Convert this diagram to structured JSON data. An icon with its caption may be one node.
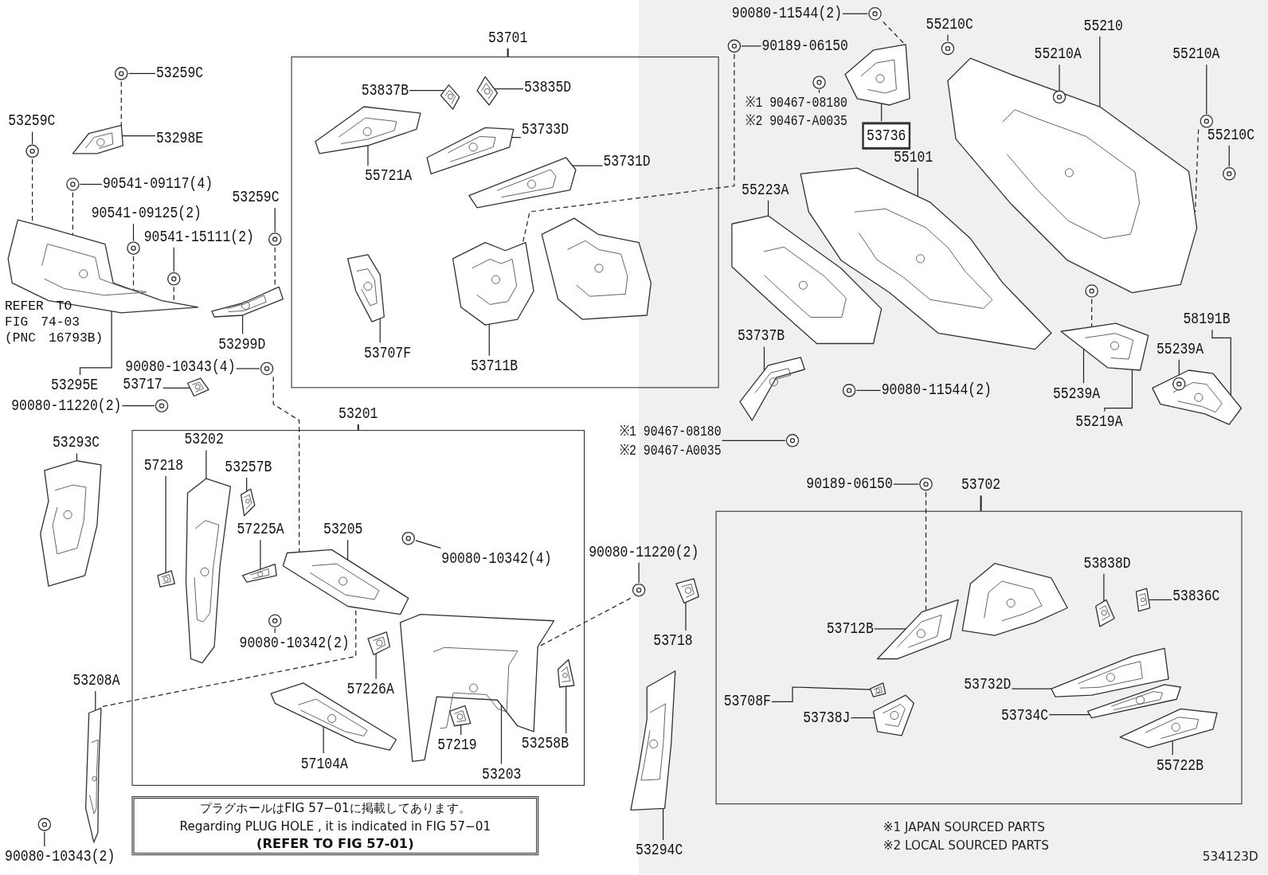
{
  "diagram": {
    "nodes": [
      {
        "text": [
          "53259C"
        ]
      },
      {
        "text": [
          "53259C"
        ]
      },
      {
        "text": [
          "53298E"
        ]
      },
      {
        "text": [
          "90541-09117(4)"
        ]
      },
      {
        "text": [
          "90541-09125(2)"
        ]
      },
      {
        "text": [
          "90541-15111(2)"
        ]
      },
      {
        "text": [
          "53259C"
        ]
      },
      {
        "text": [
          "53299D"
        ]
      },
      {
        "text": [
          "53295E"
        ]
      },
      {
        "text": [
          "90080-10343(4)"
        ]
      },
      {
        "text": [
          "53717"
        ]
      },
      {
        "text": [
          "90080-11220(2)"
        ]
      },
      {
        "text": [
          "53293C"
        ]
      },
      {
        "text": [
          "53208A"
        ]
      },
      {
        "text": [
          "90080-10343(2)"
        ]
      },
      {
        "text": [
          "53701"
        ]
      },
      {
        "text": [
          "53837B"
        ],
        "in": 15
      },
      {
        "text": [
          "53835D"
        ],
        "in": 15
      },
      {
        "text": [
          "53733D"
        ],
        "in": 15
      },
      {
        "text": [
          "55721A"
        ],
        "in": 15
      },
      {
        "text": [
          "53731D"
        ],
        "in": 15
      },
      {
        "text": [
          "53707F"
        ],
        "in": 15
      },
      {
        "text": [
          "53711B"
        ],
        "in": 15
      },
      {
        "text": [
          "53201"
        ]
      },
      {
        "text": [
          "53202"
        ],
        "in": 23
      },
      {
        "text": [
          "57218"
        ],
        "in": 23
      },
      {
        "text": [
          "53257B"
        ],
        "in": 23
      },
      {
        "text": [
          "57225A"
        ],
        "in": 23
      },
      {
        "text": [
          "53205"
        ],
        "in": 23
      },
      {
        "text": [
          "90080-10342(4)"
        ],
        "in": 23
      },
      {
        "text": [
          "90080-10342(2)"
        ],
        "in": 23
      },
      {
        "text": [
          "57226A"
        ],
        "in": 23
      },
      {
        "text": [
          "57104A"
        ],
        "in": 23
      },
      {
        "text": [
          "57219"
        ],
        "in": 23
      },
      {
        "text": [
          "53203"
        ],
        "in": 23
      },
      {
        "text": [
          "53258B"
        ],
        "in": 23
      },
      {
        "text": [
          "90080-11220(2)"
        ]
      },
      {
        "text": [
          "53718"
        ]
      },
      {
        "text": [
          "53294C"
        ]
      },
      {
        "text": [
          "プラグホールはFIG 57−01に掲載してあります。",
          "Regarding PLUG HOLE , it is indicated in FIG 57−01",
          "(REFER TO FIG 57-01)"
        ]
      },
      {
        "text": [
          "90080-11544(2)"
        ]
      },
      {
        "text": [
          "90189-06150"
        ]
      },
      {
        "text": [
          "※1 90467-08180",
          "※2 90467-A0035"
        ]
      },
      {
        "text": [
          "55210C"
        ]
      },
      {
        "text": [
          "53736"
        ]
      },
      {
        "text": [
          "55101"
        ]
      },
      {
        "text": [
          "55210"
        ]
      },
      {
        "text": [
          "55210A"
        ]
      },
      {
        "text": [
          "55210A"
        ]
      },
      {
        "text": [
          "55210C"
        ]
      },
      {
        "text": [
          "55223A"
        ]
      },
      {
        "text": [
          "53737B"
        ]
      },
      {
        "text": [
          "90080-11544(2)"
        ]
      },
      {
        "text": [
          "※1 90467-08180",
          "※2 90467-A0035"
        ]
      },
      {
        "text": [
          "58191B"
        ]
      },
      {
        "text": [
          "55239A"
        ]
      },
      {
        "text": [
          "55239A"
        ]
      },
      {
        "text": [
          "55219A"
        ]
      },
      {
        "text": [
          "53702"
        ]
      },
      {
        "text": [
          "90189-06150"
        ]
      },
      {
        "text": [
          "53838D"
        ],
        "in": 58
      },
      {
        "text": [
          "53836C"
        ],
        "in": 58
      },
      {
        "text": [
          "53712B"
        ],
        "in": 58
      },
      {
        "text": [
          "53708F"
        ],
        "in": 58
      },
      {
        "text": [
          "53738J"
        ],
        "in": 58
      },
      {
        "text": [
          "53732D"
        ],
        "in": 58
      },
      {
        "text": [
          "53734C"
        ],
        "in": 58
      },
      {
        "text": [
          "55722B"
        ],
        "in": 58
      },
      {
        "text": [],
        "shape": "circle"
      },
      {
        "text": [],
        "shape": "circle"
      },
      {
        "text": [],
        "shape": "picture"
      },
      {
        "text": [],
        "shape": "circle"
      },
      {
        "text": [],
        "shape": "circle"
      },
      {
        "text": [],
        "shape": "circle"
      },
      {
        "text": [],
        "shape": "circle"
      },
      {
        "text": [],
        "shape": "picture"
      },
      {
        "text": [],
        "shape": "picture"
      },
      {
        "text": [],
        "shape": "circle"
      },
      {
        "text": [],
        "shape": "picture"
      },
      {
        "text": [],
        "shape": "circle"
      },
      {
        "text": [],
        "shape": "picture"
      },
      {
        "text": [],
        "shape": "picture"
      },
      {
        "text": [],
        "shape": "circle"
      },
      {
        "text": [],
        "shape": "picture",
        "in": 15
      },
      {
        "text": [],
        "shape": "picture",
        "in": 15
      },
      {
        "text": [],
        "shape": "picture",
        "in": 15
      },
      {
        "text": [],
        "shape": "picture",
        "in": 15
      },
      {
        "text": [],
        "shape": "picture",
        "in": 15
      },
      {
        "text": [],
        "shape": "picture",
        "in": 15
      },
      {
        "text": [],
        "shape": "picture",
        "in": 15
      },
      {
        "text": [],
        "shape": "picture",
        "in": 23
      },
      {
        "text": [],
        "shape": "picture",
        "in": 23
      },
      {
        "text": [],
        "shape": "picture",
        "in": 23
      },
      {
        "text": [],
        "shape": "picture",
        "in": 23
      },
      {
        "text": [],
        "shape": "picture",
        "in": 23
      },
      {
        "text": [],
        "shape": "circle",
        "in": 23
      },
      {
        "text": [],
        "shape": "circle",
        "in": 23
      },
      {
        "text": [],
        "shape": "picture",
        "in": 23
      },
      {
        "text": [],
        "shape": "picture",
        "in": 23
      },
      {
        "text": [],
        "shape": "picture",
        "in": 100
      },
      {
        "text": [],
        "shape": "picture",
        "in": 23
      },
      {
        "text": [],
        "shape": "picture",
        "in": 23
      },
      {
        "text": [],
        "shape": "circle"
      },
      {
        "text": [],
        "shape": "picture"
      },
      {
        "text": [],
        "shape": "picture"
      },
      {
        "text": [],
        "shape": "circle"
      },
      {
        "text": [],
        "shape": "circle"
      },
      {
        "text": [],
        "shape": "circle"
      },
      {
        "text": [],
        "shape": "circle"
      },
      {
        "text": [],
        "shape": "picture"
      },
      {
        "text": [],
        "shape": "picture"
      },
      {
        "text": [],
        "shape": "picture"
      },
      {
        "text": [],
        "shape": "circle",
        "in": 111
      },
      {
        "text": [],
        "shape": "circle"
      },
      {
        "text": [],
        "shape": "circle"
      },
      {
        "text": [],
        "shape": "picture"
      },
      {
        "text": [],
        "shape": "picture"
      },
      {
        "text": [],
        "shape": "circle"
      },
      {
        "text": [],
        "shape": "circle"
      },
      {
        "text": [],
        "shape": "picture"
      },
      {
        "text": [],
        "shape": "circle",
        "in": 119
      },
      {
        "text": [],
        "shape": "picture"
      },
      {
        "text": [],
        "shape": "circle"
      },
      {
        "text": [],
        "shape": "picture",
        "in": 58
      },
      {
        "text": [],
        "shape": "picture",
        "in": 58
      },
      {
        "text": [],
        "shape": "picture",
        "in": 58
      },
      {
        "text": [],
        "shape": "picture",
        "in": 58
      },
      {
        "text": [],
        "shape": "picture",
        "in": 58
      },
      {
        "text": [],
        "shape": "picture",
        "in": 58
      },
      {
        "text": [],
        "shape": "picture",
        "in": 58
      },
      {
        "text": [],
        "shape": "picture",
        "in": 58
      },
      {
        "text": [],
        "shape": "circle"
      },
      {
        "text": [],
        "shape": "picture",
        "in": 15
      },
      {
        "text": [],
        "shape": "picture",
        "in": 58
      }
    ],
    "edges": [
      {
        "from": 0,
        "to": 68,
        "arrow": "none"
      },
      {
        "from": 1,
        "to": 69,
        "arrow": "none"
      },
      {
        "from": 2,
        "to": 70,
        "arrow": "none"
      },
      {
        "from": 3,
        "to": 71,
        "arrow": "none"
      },
      {
        "from": 4,
        "to": 72,
        "arrow": "none"
      },
      {
        "from": 5,
        "to": 73,
        "arrow": "none"
      },
      {
        "from": 6,
        "to": 74,
        "arrow": "none"
      },
      {
        "from": 7,
        "to": 75,
        "arrow": "none"
      },
      {
        "from": 8,
        "to": 76,
        "arrow": "none"
      },
      {
        "from": 9,
        "to": 77,
        "arrow": "none"
      },
      {
        "from": 10,
        "to": 78,
        "arrow": "none"
      },
      {
        "from": 11,
        "to": 79,
        "arrow": "none"
      },
      {
        "from": 12,
        "to": 80,
        "arrow": "none"
      },
      {
        "from": 13,
        "to": 81,
        "arrow": "none"
      },
      {
        "from": 14,
        "to": 82,
        "arrow": "none"
      },
      {
        "from": 16,
        "to": 83,
        "arrow": "none"
      },
      {
        "from": 17,
        "to": 84,
        "arrow": "none"
      },
      {
        "from": 18,
        "to": 85,
        "arrow": "none"
      },
      {
        "from": 19,
        "to": 86,
        "arrow": "none"
      },
      {
        "from": 20,
        "to": 87,
        "arrow": "none"
      },
      {
        "from": 21,
        "to": 88,
        "arrow": "none"
      },
      {
        "from": 22,
        "to": 89,
        "arrow": "none"
      },
      {
        "from": 24,
        "to": 90,
        "arrow": "none"
      },
      {
        "from": 25,
        "to": 91,
        "arrow": "none"
      },
      {
        "from": 26,
        "to": 92,
        "arrow": "none"
      },
      {
        "from": 27,
        "to": 93,
        "arrow": "none"
      },
      {
        "from": 28,
        "to": 94,
        "arrow": "none"
      },
      {
        "from": 29,
        "to": 95,
        "arrow": "none"
      },
      {
        "from": 30,
        "to": 96,
        "arrow": "none"
      },
      {
        "from": 31,
        "to": 97,
        "arrow": "none"
      },
      {
        "from": 32,
        "to": 98,
        "arrow": "none"
      },
      {
        "from": 33,
        "to": 99,
        "arrow": "none"
      },
      {
        "from": 34,
        "to": 100,
        "arrow": "none"
      },
      {
        "from": 35,
        "to": 101,
        "arrow": "none"
      },
      {
        "from": 36,
        "to": 102,
        "arrow": "none"
      },
      {
        "from": 37,
        "to": 103,
        "arrow": "none"
      },
      {
        "from": 38,
        "to": 104,
        "arrow": "none"
      },
      {
        "from": 40,
        "to": 105,
        "arrow": "none"
      },
      {
        "from": 41,
        "to": 106,
        "arrow": "none"
      },
      {
        "from": 42,
        "to": 107,
        "arrow": "none"
      },
      {
        "from": 43,
        "to": 108,
        "arrow": "none"
      },
      {
        "from": 44,
        "to": 109,
        "arrow": "none"
      },
      {
        "from": 45,
        "to": 110,
        "arrow": "none"
      },
      {
        "from": 46,
        "to": 111,
        "arrow": "none"
      },
      {
        "from": 47,
        "to": 112,
        "arrow": "none"
      },
      {
        "from": 48,
        "to": 113,
        "arrow": "none"
      },
      {
        "from": 49,
        "to": 114,
        "arrow": "none"
      },
      {
        "from": 50,
        "to": 115,
        "arrow": "none"
      },
      {
        "from": 51,
        "to": 116,
        "arrow": "none"
      },
      {
        "from": 52,
        "to": 117,
        "arrow": "none"
      },
      {
        "from": 53,
        "to": 118,
        "arrow": "none"
      },
      {
        "from": 54,
        "to": 119,
        "arrow": "none"
      },
      {
        "from": 55,
        "to": 120,
        "arrow": "none"
      },
      {
        "from": 56,
        "to": 121,
        "arrow": "none"
      },
      {
        "from": 57,
        "to": 121,
        "arrow": "none"
      },
      {
        "from": 59,
        "to": 122,
        "arrow": "none"
      },
      {
        "from": 60,
        "to": 123,
        "arrow": "none"
      },
      {
        "from": 61,
        "to": 124,
        "arrow": "none"
      },
      {
        "from": 62,
        "to": 125,
        "arrow": "none"
      },
      {
        "from": 63,
        "to": 126,
        "arrow": "none"
      },
      {
        "from": 64,
        "to": 127,
        "arrow": "none"
      },
      {
        "from": 65,
        "to": 128,
        "arrow": "none"
      },
      {
        "from": 66,
        "to": 129,
        "arrow": "none"
      },
      {
        "from": 67,
        "to": 130,
        "arrow": "none"
      },
      {
        "from": 68,
        "to": 70,
        "arrow": "none",
        "style": "dashed"
      },
      {
        "from": 69,
        "to": 76,
        "arrow": "none",
        "style": "dashed"
      },
      {
        "from": 71,
        "to": 76,
        "arrow": "none",
        "style": "dashed"
      },
      {
        "from": 72,
        "to": 76,
        "arrow": "none",
        "style": "dashed"
      },
      {
        "from": 73,
        "to": 76,
        "arrow": "none",
        "style": "dashed"
      },
      {
        "from": 74,
        "to": 75,
        "arrow": "none",
        "style": "dashed"
      },
      {
        "from": 77,
        "to": 94,
        "arrow": "none",
        "style": "dashed"
      },
      {
        "from": 105,
        "to": 109,
        "arrow": "none",
        "style": "dashed"
      },
      {
        "from": 106,
        "to": 89,
        "arrow": "none",
        "style": "dashed"
      },
      {
        "from": 122,
        "to": 125,
        "arrow": "none",
        "style": "dashed"
      },
      {
        "from": 102,
        "to": 100,
        "arrow": "none",
        "style": "dashed"
      },
      {
        "from": 81,
        "to": 94,
        "arrow": "none",
        "style": "dashed"
      },
      {
        "from": 113,
        "to": 111,
        "arrow": "none",
        "style": "dashed"
      },
      {
        "from": 131,
        "to": 121,
        "arrow": "none",
        "style": "dashed"
      }
    ],
    "labels": [
      "REFER TO FIG 74-03 (PNC 16793B)",
      "※1 JAPAN SOURCED PARTS",
      "※2 LOCAL SOURCED PARTS",
      "534123D"
    ]
  }
}
